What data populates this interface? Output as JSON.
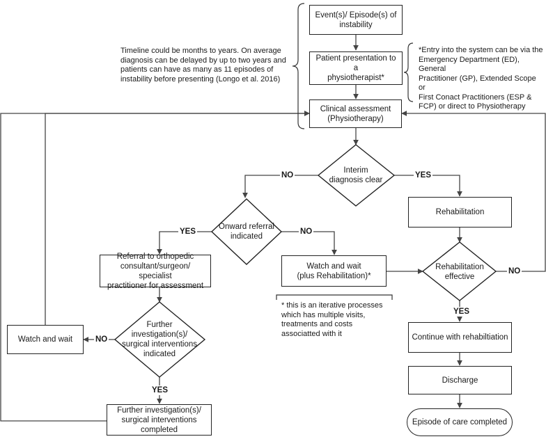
{
  "flow": {
    "event_box": "Event(s)/ Episode(s) of\ninstability",
    "presentation_box": "Patient presentation to a\nphysiotherapist*",
    "assessment_box": "Clinical assessment\n(Physiotherapy)",
    "interim_decision": "Interim\ndiagnosis clear",
    "onward_decision": "Onward referral\nindicated",
    "rehab_box": "Rehabilitation",
    "rehab_effective_decision": "Rehabilitation\neffective",
    "referral_box": "Referral to orthopedic\nconsultant/surgeon/ specialist\npractitioner for assessment",
    "watch_rehab_box": "Watch and wait\n(plus Rehabilitation)*",
    "further_decision": "Further\ninvestigation(s)/\nsurgical interventions\nindicated",
    "watch_box": "Watch and wait",
    "continue_box": "Continue with rehabiltiation",
    "discharge_box": "Discharge",
    "further_box": "Further investigation(s)/\nsurgical interventions\ncompleted",
    "episode_end": "Episode of care completed"
  },
  "notes": {
    "timeline": "Timeline could be months to years. On average\ndiagnosis can be delayed by up to two years and\npatients can have as many as 11 episodes of\ninstability before presenting (Longo et al. 2016)",
    "entry": "*Entry into the system can be via the\nEmergency Department (ED), General\nPractitioner (GP), Extended Scope or\nFirst Conact Practitioners (ESP &\nFCP) or direct to Physiotherapy",
    "iterative": "* this is an iterative processes\nwhich has multiple visits,\ntreatments and costs\nassociatted with it"
  },
  "edges": {
    "interim_no": "NO",
    "interim_yes": "YES",
    "onward_yes": "YES",
    "onward_no": "NO",
    "rehab_no": "NO",
    "rehab_yes": "YES",
    "further_no": "NO",
    "further_yes": "YES"
  }
}
